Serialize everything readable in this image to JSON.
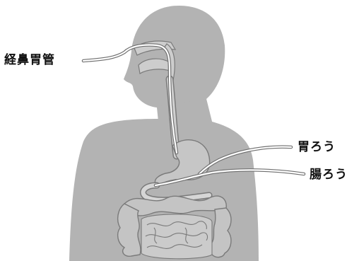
{
  "labels": {
    "nasogastric_tube": "経鼻胃管",
    "gastrostomy": "胃ろう",
    "enterostomy": "腸ろう"
  },
  "colors": {
    "silhouette": "#b3b3b3",
    "organ_fill": "#c9c9c9",
    "organ_stroke": "#7a7a7a",
    "tube": "#ffffff",
    "tube_outline": "#6e6e6e"
  }
}
